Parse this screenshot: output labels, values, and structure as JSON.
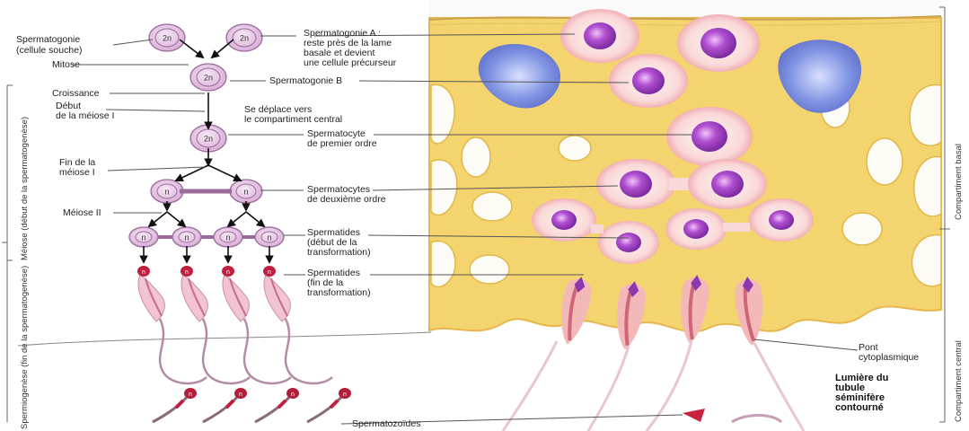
{
  "labels": {
    "spermatogonie_souche": [
      "Spermatogonie",
      "(cellule souche)"
    ],
    "spermatogonie_a": [
      "Spermatogonie A :",
      "reste près de la lame",
      "basale et devient",
      "une cellule précurseur"
    ],
    "mitose": "Mitose",
    "croissance": "Croissance",
    "spermatogonie_b": "Spermatogonie B",
    "debut_meiose": [
      "Début",
      "de la méiose I"
    ],
    "se_deplace": [
      "Se déplace vers",
      "le compartiment central"
    ],
    "spermatocyte_1": [
      "Spermatocyte",
      "de premier ordre"
    ],
    "fin_meiose": [
      "Fin de la",
      "méiose I"
    ],
    "spermatocytes_2": [
      "Spermatocytes",
      "de deuxième ordre"
    ],
    "meiose_2": "Méiose II",
    "spermatides_debut": [
      "Spermatides",
      "(début de la",
      "transformation)"
    ],
    "spermatides_fin": [
      "Spermatides",
      "(fin de la",
      "transformation)"
    ],
    "pont": [
      "Pont",
      "cytoplasmique"
    ],
    "lumiere": [
      "Lumière du",
      "tubule",
      "séminifère",
      "contourné"
    ],
    "spermatozoides": "Spermatozoïdes"
  },
  "ploidy": {
    "diploid": "2n",
    "haploid": "n"
  },
  "vertical_labels": {
    "meiose": "Méiose (début de la spermatogenèse)",
    "spermiogenese": "Spermiogenèse (fin de la spermatogenèse)",
    "comp_basal": "Compartiment basal",
    "comp_central": "Compartiment central"
  },
  "colors": {
    "sertoli": "#f6d77a",
    "sertoli_edge": "#e0b84a",
    "cell_ring": "#f4c4c8",
    "nucleus": "#a73fc9",
    "nucleus_light": "#e39cf0",
    "diagram_cell": "#e6c8e4",
    "diagram_edge": "#9a6a9a",
    "blue_cell": "#6f84d8",
    "tail": "#c7a0b8"
  }
}
